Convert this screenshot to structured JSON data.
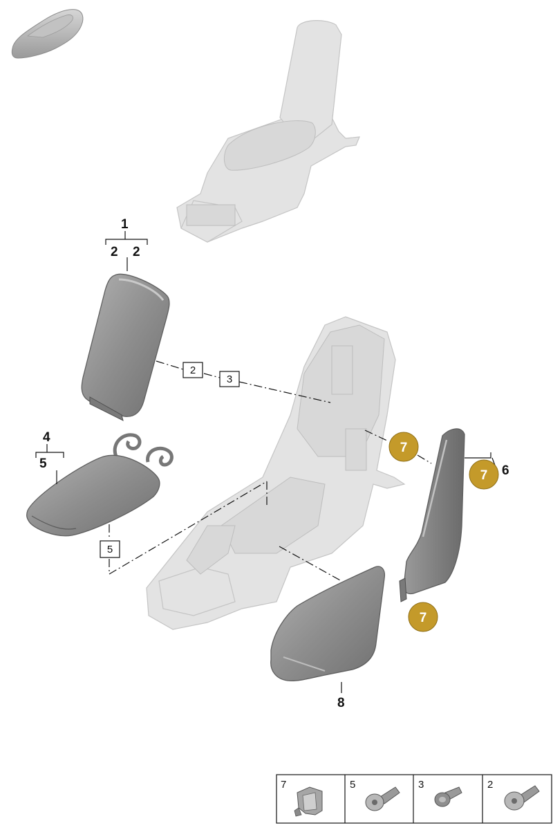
{
  "colors": {
    "callout_fill": "#c49a2a",
    "callout_stroke": "#8f6f17",
    "part_fill": "#8c8c8c",
    "ghost_fill": "#e3e3e3",
    "line": "#111111"
  },
  "icons": {
    "car": "car-silhouette-icon",
    "clip": "clip-fastener-icon",
    "screw_long": "torx-screw-icon",
    "screw_short": "flange-screw-icon",
    "screw_pan": "pan-head-screw-icon"
  },
  "labels": {
    "p1": "1",
    "p2a": "2",
    "p2b": "2",
    "p4": "4",
    "p5": "5",
    "p6": "6",
    "p8": "8",
    "box2": "2",
    "box3": "3",
    "box5": "5",
    "c7a": "7",
    "c7b": "7",
    "c7c": "7"
  },
  "legend": [
    {
      "number": "7",
      "icon": "clip-fastener-icon"
    },
    {
      "number": "5",
      "icon": "torx-screw-icon"
    },
    {
      "number": "3",
      "icon": "flange-screw-icon"
    },
    {
      "number": "2",
      "icon": "pan-head-screw-icon"
    }
  ]
}
